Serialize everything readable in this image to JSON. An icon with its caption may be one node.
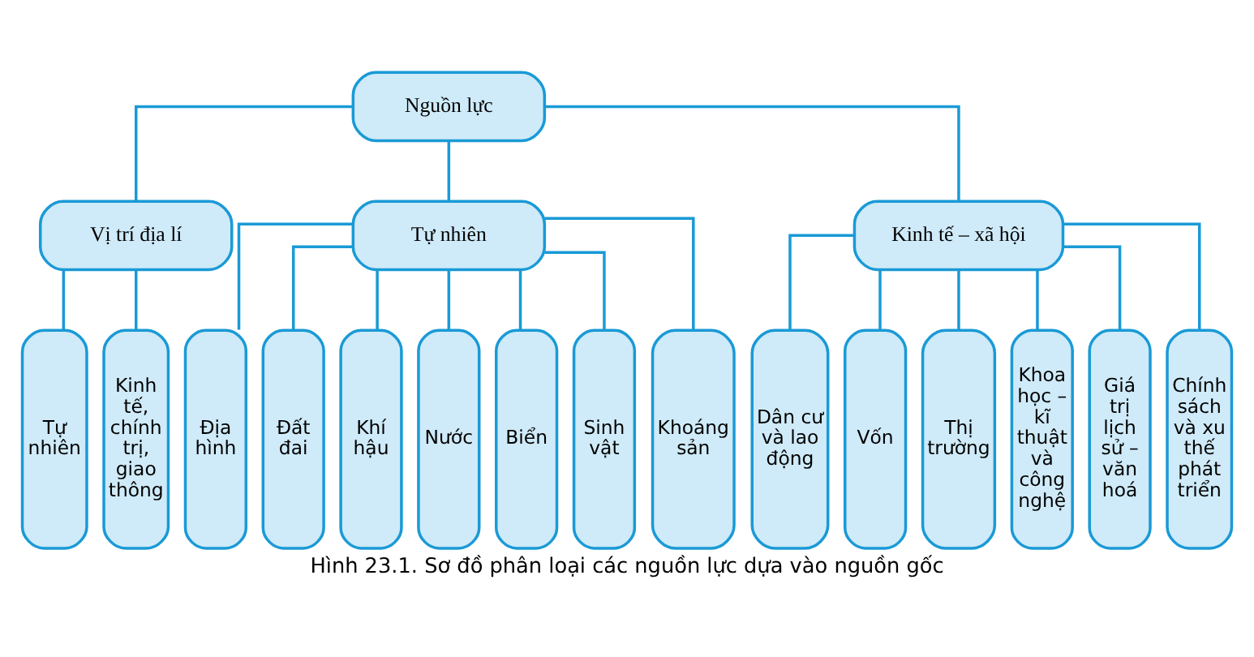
{
  "diagram": {
    "caption": "Hình 23.1. Sơ đồ phân loại các nguồn lực dựa vào nguồn gốc",
    "nodes": [
      {
        "text": [
          "Nguồn lực"
        ]
      },
      {
        "text": [
          "Vị trí địa lí"
        ]
      },
      {
        "text": [
          "Tự nhiên"
        ]
      },
      {
        "text": [
          "Kinh tế – xã hội"
        ]
      },
      {
        "text": [
          "Tự nhiên"
        ]
      },
      {
        "text": [
          "Kinh tế, chính trị, giao thông"
        ]
      },
      {
        "text": [
          "Địa hình"
        ]
      },
      {
        "text": [
          "Đất đai"
        ]
      },
      {
        "text": [
          "Khí hậu"
        ]
      },
      {
        "text": [
          "Nước"
        ]
      },
      {
        "text": [
          "Biển"
        ]
      },
      {
        "text": [
          "Sinh vật"
        ]
      },
      {
        "text": [
          "Khoáng sản"
        ]
      },
      {
        "text": [
          "Dân cư và lao động"
        ]
      },
      {
        "text": [
          "Vốn"
        ]
      },
      {
        "text": [
          "Thị trường"
        ]
      },
      {
        "text": [
          "Khoa học – kĩ thuật và công nghệ"
        ]
      },
      {
        "text": [
          "Giá trị lịch sử – văn hoá"
        ]
      },
      {
        "text": [
          "Chính sách và xu thế phát triển"
        ]
      }
    ],
    "edges": [
      {
        "from": 0,
        "to": 1,
        "arrow": "none"
      },
      {
        "from": 0,
        "to": 2,
        "arrow": "none"
      },
      {
        "from": 0,
        "to": 3,
        "arrow": "none"
      },
      {
        "from": 1,
        "to": 4,
        "arrow": "none"
      },
      {
        "from": 1,
        "to": 5,
        "arrow": "none"
      },
      {
        "from": 2,
        "to": 6,
        "arrow": "none"
      },
      {
        "from": 2,
        "to": 7,
        "arrow": "none"
      },
      {
        "from": 2,
        "to": 8,
        "arrow": "none"
      },
      {
        "from": 2,
        "to": 9,
        "arrow": "none"
      },
      {
        "from": 2,
        "to": 10,
        "arrow": "none"
      },
      {
        "from": 2,
        "to": 11,
        "arrow": "none"
      },
      {
        "from": 2,
        "to": 12,
        "arrow": "none"
      },
      {
        "from": 3,
        "to": 13,
        "arrow": "none"
      },
      {
        "from": 3,
        "to": 14,
        "arrow": "none"
      },
      {
        "from": 3,
        "to": 15,
        "arrow": "none"
      },
      {
        "from": 3,
        "to": 16,
        "arrow": "none"
      },
      {
        "from": 3,
        "to": 17,
        "arrow": "none"
      },
      {
        "from": 3,
        "to": 18,
        "arrow": "none"
      }
    ]
  }
}
